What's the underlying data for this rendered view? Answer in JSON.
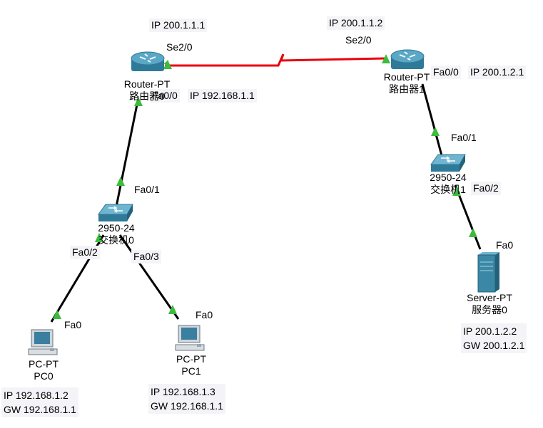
{
  "devices": {
    "router0": {
      "model": "Router-PT",
      "name": "路由器0"
    },
    "router1": {
      "model": "Router-PT",
      "name": "路由器1"
    },
    "switch0": {
      "model": "2950-24",
      "name": "交换机0"
    },
    "switch1": {
      "model": "2950-24",
      "name": "交换机1"
    },
    "pc0": {
      "model": "PC-PT",
      "name": "PC0"
    },
    "pc1": {
      "model": "PC-PT",
      "name": "PC1"
    },
    "server0": {
      "model": "Server-PT",
      "name": "服务器0"
    }
  },
  "ports": {
    "r0_se": "Se2/0",
    "r0_fa": "Fa0/0",
    "r1_se": "Se2/0",
    "r1_fa": "Fa0/0",
    "sw0_up": "Fa0/1",
    "sw0_p2": "Fa0/2",
    "sw0_p3": "Fa0/3",
    "sw1_up": "Fa0/1",
    "sw1_p2": "Fa0/2",
    "pc0_fa": "Fa0",
    "pc1_fa": "Fa0",
    "server_fa": "Fa0"
  },
  "notes": {
    "r0_se_ip": "IP 200.1.1.1",
    "r1_se_ip": "IP 200.1.1.2",
    "r0_fa_ip": "IP 192.168.1.1",
    "r1_fa_ip": "IP 200.1.2.1",
    "pc0_ip": "IP 192.168.1.2",
    "pc0_gw": "GW 192.168.1.1",
    "pc1_ip": "IP 192.168.1.3",
    "pc1_gw": "GW 192.168.1.1",
    "server_ip": "IP 200.1.2.2",
    "server_gw": "GW 200.1.2.1"
  },
  "colors": {
    "serial_link": "#e8000b",
    "ethernet_link": "#000000",
    "link_up_indicator": "#3dbb3d",
    "device_blue": "#3d8aa8"
  }
}
